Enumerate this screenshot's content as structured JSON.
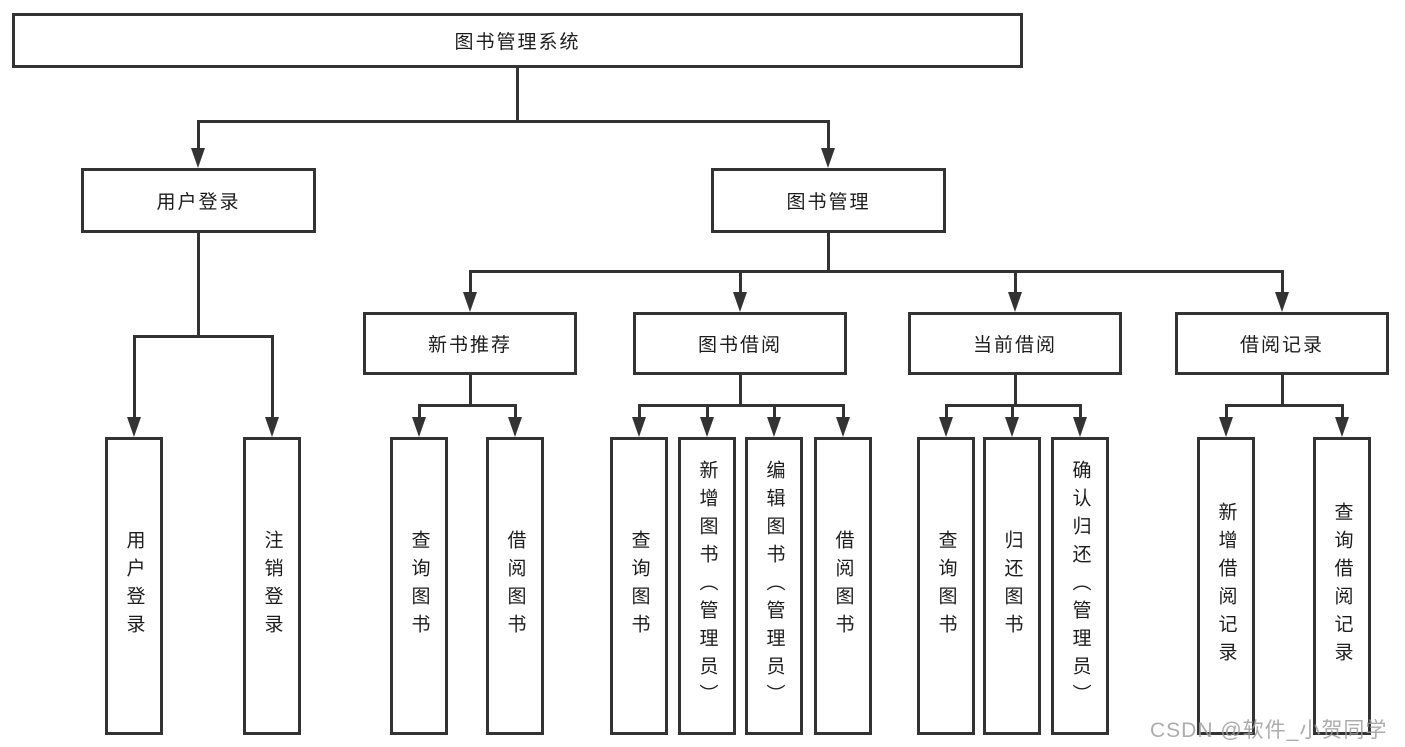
{
  "diagram": {
    "title": "图书管理系统",
    "level2": [
      "用户登录",
      "图书管理"
    ],
    "level3": [
      "新书推荐",
      "图书借阅",
      "当前借阅",
      "借阅记录"
    ],
    "level4": {
      "user_login": [
        "用户登录",
        "注销登录"
      ],
      "new_books": [
        "查询图书",
        "借阅图书"
      ],
      "book_borrow": [
        "查询图书",
        "新增图书（管理员）",
        "编辑图书（管理员）",
        "借阅图书"
      ],
      "current_borrow": [
        "查询图书",
        "归还图书",
        "确认归还（管理员）"
      ],
      "borrow_records": [
        "新增借阅记录",
        "查询借阅记录"
      ]
    },
    "watermark": "CSDN @软件_小贺同学",
    "colors": {
      "line": "#333333",
      "box_border": "#333333",
      "text": "#1c1c1c",
      "watermark": "#9e9e9e",
      "background": "#ffffff"
    }
  }
}
